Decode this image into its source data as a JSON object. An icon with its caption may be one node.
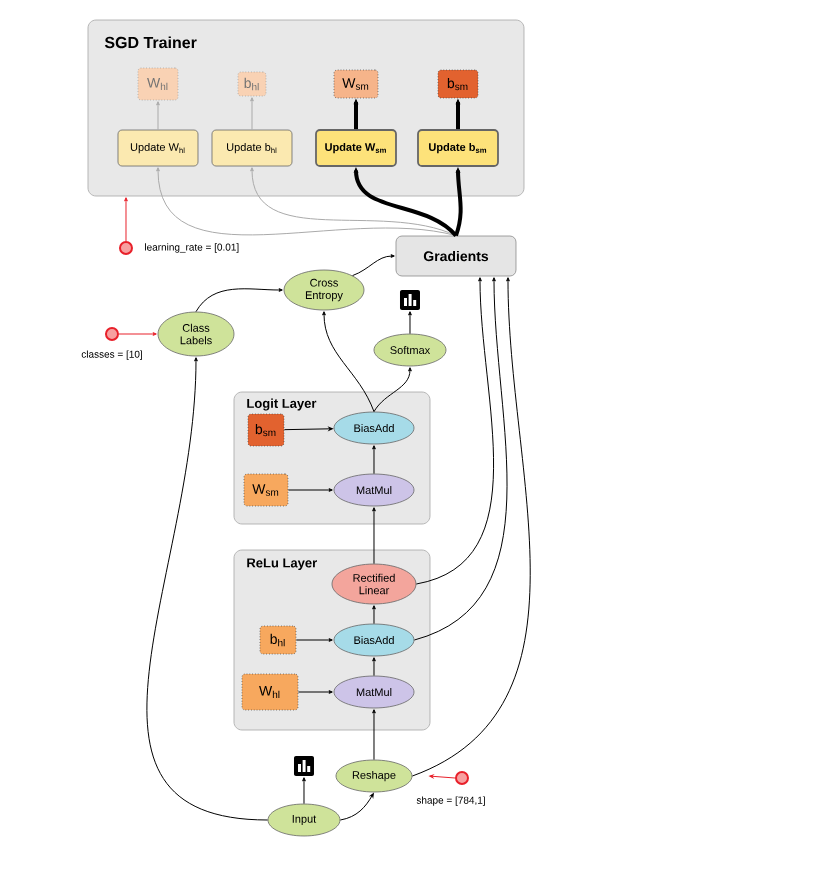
{
  "diagram": {
    "nodes": [
      {
        "text": [
          "SGD Trainer"
        ]
      },
      {
        "text": [
          "W$_{hl}$"
        ],
        "in": 0
      },
      {
        "text": [
          "b$_{hl}$"
        ],
        "in": 0
      },
      {
        "text": [
          "W$_{sm}$"
        ],
        "in": 0
      },
      {
        "text": [
          "b$_{sm}$"
        ],
        "in": 0
      },
      {
        "text": [
          "Update W$_{hl}$"
        ],
        "in": 0
      },
      {
        "text": [
          "Update b$_{hl}$"
        ],
        "in": 0
      },
      {
        "text": [
          "Update W$_{sm}$"
        ],
        "in": 0
      },
      {
        "text": [
          "Update b$_{sm}$"
        ],
        "in": 0
      },
      {
        "text": [
          "Gradients"
        ]
      },
      {
        "text": [],
        "shape": "circle",
        "beside": [
          "learning_rate = [0.01]"
        ]
      },
      {
        "text": [
          "Cross Entropy"
        ]
      },
      {
        "text": [],
        "shape": "circle",
        "beside": [
          "classes = [10]"
        ]
      },
      {
        "text": [
          "Class Labels"
        ]
      },
      {
        "text": [
          "Softmax"
        ]
      },
      {
        "text": [],
        "shape": "picture"
      },
      {
        "text": [
          "Logit Layer"
        ]
      },
      {
        "text": [
          "b$_{sm}$"
        ],
        "in": 16
      },
      {
        "text": [
          "BiasAdd"
        ],
        "in": 16
      },
      {
        "text": [
          "W$_{sm}$"
        ],
        "in": 16
      },
      {
        "text": [
          "MatMul"
        ],
        "in": 16
      },
      {
        "text": [
          "ReLu Layer"
        ]
      },
      {
        "text": [
          "Rectified Linear"
        ],
        "in": 21
      },
      {
        "text": [
          "b$_{hl}$"
        ],
        "in": 21
      },
      {
        "text": [
          "BiasAdd"
        ],
        "in": 21
      },
      {
        "text": [
          "W$_{hl}$"
        ],
        "in": 21
      },
      {
        "text": [
          "MatMul"
        ],
        "in": 21
      },
      {
        "text": [
          "Reshape"
        ]
      },
      {
        "text": [],
        "shape": "picture"
      },
      {
        "text": [
          "Input"
        ]
      },
      {
        "text": [],
        "shape": "circle",
        "beside": [
          "shape = [784,1]"
        ]
      }
    ],
    "edges": [
      {
        "from": 5,
        "to": 1,
        "arrow": "to",
        "color": "#aaaaaa"
      },
      {
        "from": 6,
        "to": 2,
        "arrow": "to",
        "color": "#aaaaaa"
      },
      {
        "from": 7,
        "to": 3,
        "arrow": "to",
        "style": "thick"
      },
      {
        "from": 8,
        "to": 4,
        "arrow": "to",
        "style": "thick"
      },
      {
        "from": 9,
        "to": 5,
        "arrow": "to",
        "color": "#aaaaaa"
      },
      {
        "from": 9,
        "to": 6,
        "arrow": "to",
        "color": "#aaaaaa"
      },
      {
        "from": 9,
        "to": 7,
        "arrow": "to",
        "style": "thick"
      },
      {
        "from": 9,
        "to": 8,
        "arrow": "to",
        "style": "thick"
      },
      {
        "from": 10,
        "to": 0,
        "arrow": "to",
        "color": "#e8202a"
      },
      {
        "from": 13,
        "to": 11,
        "arrow": "to"
      },
      {
        "from": 11,
        "to": 9,
        "arrow": "to"
      },
      {
        "from": 12,
        "to": 13,
        "arrow": "to",
        "color": "#e8202a"
      },
      {
        "from": 18,
        "to": 11,
        "arrow": "to"
      },
      {
        "from": 18,
        "to": 14,
        "arrow": "to"
      },
      {
        "from": 14,
        "to": 15,
        "arrow": "to"
      },
      {
        "from": 17,
        "to": 18,
        "arrow": "to"
      },
      {
        "from": 19,
        "to": 20,
        "arrow": "to"
      },
      {
        "from": 20,
        "to": 18,
        "arrow": "to"
      },
      {
        "from": 22,
        "to": 20,
        "arrow": "to"
      },
      {
        "from": 22,
        "to": 9,
        "arrow": "to"
      },
      {
        "from": 23,
        "to": 24,
        "arrow": "to"
      },
      {
        "from": 25,
        "to": 26,
        "arrow": "to"
      },
      {
        "from": 26,
        "to": 24,
        "arrow": "to"
      },
      {
        "from": 24,
        "to": 22,
        "arrow": "to"
      },
      {
        "from": 24,
        "to": 9,
        "arrow": "to"
      },
      {
        "from": 27,
        "to": 26,
        "arrow": "to"
      },
      {
        "from": 27,
        "to": 9,
        "arrow": "to"
      },
      {
        "from": 29,
        "to": 27,
        "arrow": "to"
      },
      {
        "from": 29,
        "to": 28,
        "arrow": "to"
      },
      {
        "from": 29,
        "to": 13,
        "arrow": "to"
      },
      {
        "from": 30,
        "to": 27,
        "arrow": "to",
        "color": "#e8202a"
      }
    ]
  }
}
